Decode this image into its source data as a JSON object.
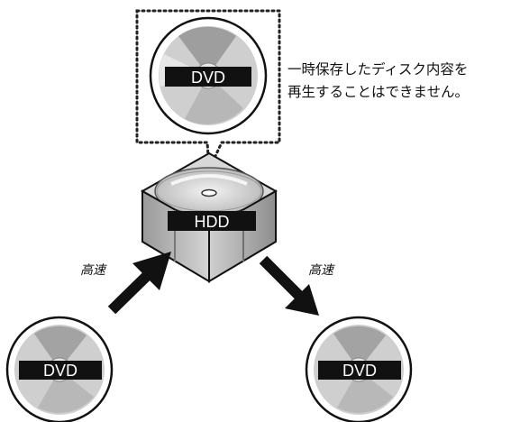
{
  "note": {
    "line1": "一時保存したディスク内容を",
    "line2": "再生することはできません。"
  },
  "hdd": {
    "label": "HDD"
  },
  "discs": {
    "top_label": "DVD",
    "left_label": "DVD",
    "right_label": "DVD"
  },
  "arrows": {
    "up_label": "高速",
    "down_label": "高速"
  }
}
